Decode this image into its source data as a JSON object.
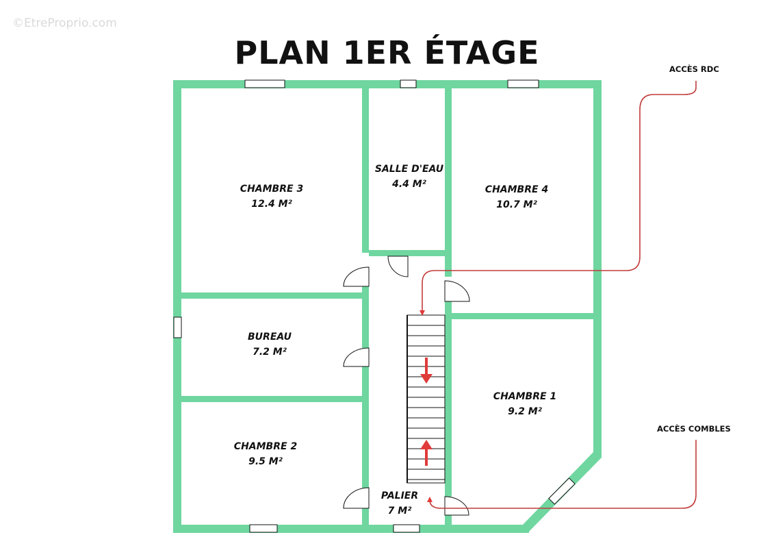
{
  "watermark": "©EtreProprio.com",
  "title": "PLAN 1ER ÉTAGE",
  "colors": {
    "wall": "#6fd6a0",
    "arrow": "#e03a3a",
    "text": "#111111"
  },
  "rooms": [
    {
      "name": "CHAMBRE 3",
      "area": "12.4 M²"
    },
    {
      "name": "SALLE D'EAU",
      "area": "4.4 M²"
    },
    {
      "name": "CHAMBRE 4",
      "area": "10.7 M²"
    },
    {
      "name": "BUREAU",
      "area": "7.2 M²"
    },
    {
      "name": "CHAMBRE 1",
      "area": "9.2 M²"
    },
    {
      "name": "CHAMBRE 2",
      "area": "9.5 M²"
    },
    {
      "name": "PALIER",
      "area": "7 M²"
    }
  ],
  "callouts": {
    "rdc": "ACCÈS RDC",
    "combles": "ACCÈS COMBLES"
  }
}
